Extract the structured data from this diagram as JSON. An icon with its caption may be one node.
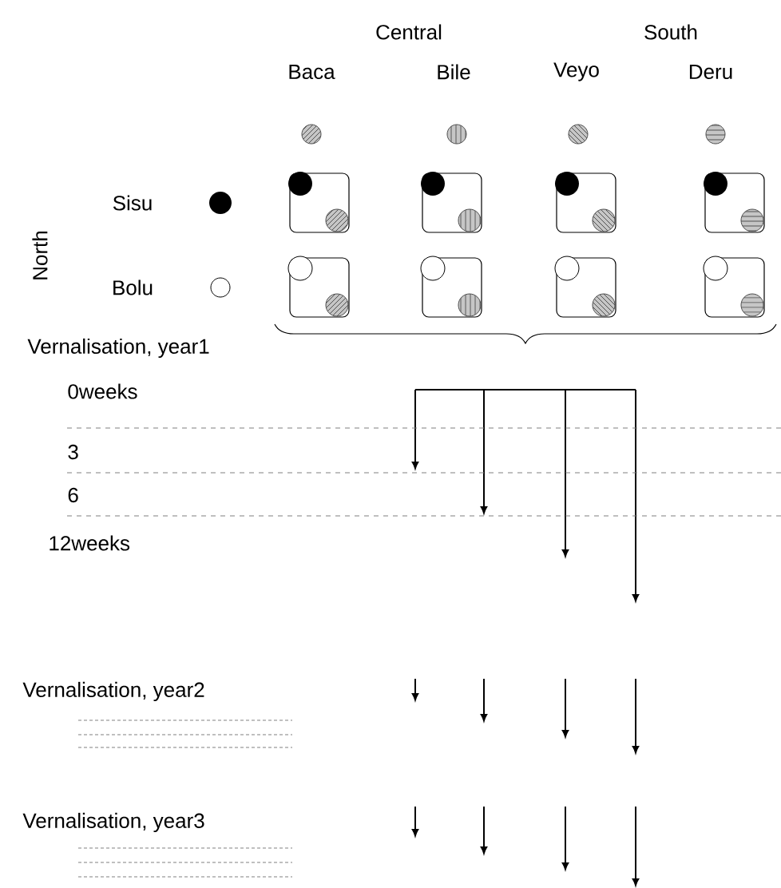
{
  "diagram": {
    "nodes": [
      {
        "text": [],
        "shape": "box"
      },
      {
        "text": [],
        "shape": "box"
      },
      {
        "text": [],
        "shape": "box"
      },
      {
        "text": [],
        "shape": "box"
      },
      {
        "text": [],
        "shape": "box"
      },
      {
        "text": [],
        "shape": "box"
      },
      {
        "text": [],
        "shape": "box"
      },
      {
        "text": [],
        "shape": "box"
      }
    ],
    "edges": [],
    "labels": [
      "Central",
      "South",
      "North",
      "Vernalisation, year1",
      "0weeks",
      "3",
      "6",
      "12weeks",
      "Vernalisation, year2",
      "Vernalisation, year3"
    ],
    "legend": [
      {
        "text": "Baca"
      },
      {
        "text": "Bile"
      },
      {
        "text": "Veyo"
      },
      {
        "text": "Deru"
      },
      {
        "text": "Sisu"
      },
      {
        "text": "Bolu"
      }
    ]
  }
}
